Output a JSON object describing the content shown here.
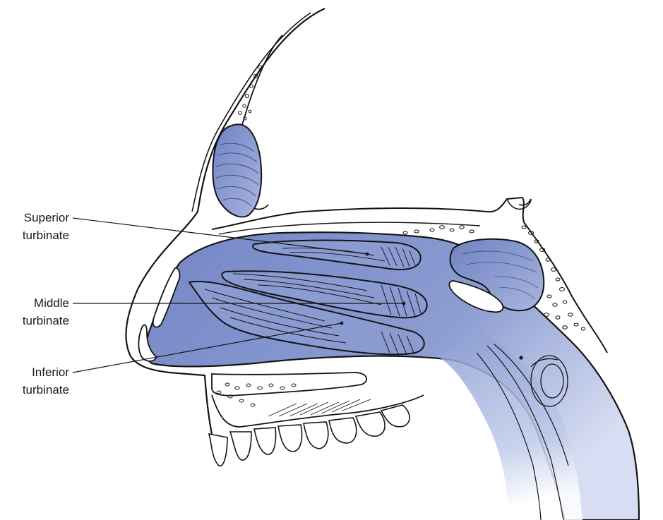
{
  "labels": {
    "superior": {
      "line1": "Superior",
      "line2": "turbinate"
    },
    "middle": {
      "line1": "Middle",
      "line2": "turbinate"
    },
    "inferior": {
      "line1": "Inferior",
      "line2": "turbinate"
    }
  },
  "colors": {
    "cavity_fill": "#7b8fca",
    "cavity_fill_light": "#c9d2ee",
    "outline": "#141414",
    "background": "#ffffff"
  }
}
